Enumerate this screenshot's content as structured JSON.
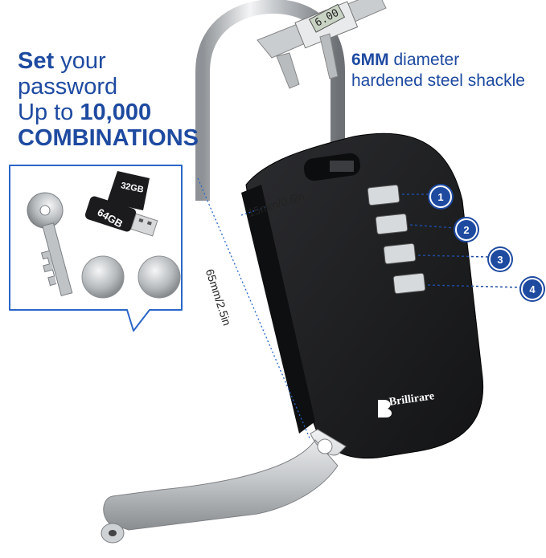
{
  "headline": {
    "line1_bold": "Set",
    "line1_rest": " your",
    "line2": "password",
    "line3_lead": "Up to ",
    "line3_bold": "10,000",
    "line4_bold": "COMBINATIONS"
  },
  "shackle_caption": {
    "bold": "6MM",
    "line1_rest": " diameter",
    "line2": "hardened steel shackle"
  },
  "dimensions": {
    "width_label": "15mm/0.6in",
    "height_label": "65mm/2.5in"
  },
  "caliper_readout": "6.00",
  "brand": "Brillirare",
  "dial_badges": [
    "1",
    "2",
    "3",
    "4"
  ],
  "callout_items": {
    "sd_card_label": "32GB",
    "usb_label": "64GB"
  },
  "colors": {
    "accent_blue": "#1e4aa0",
    "lock_body": "#1f2022",
    "chrome": "#c9ccd0"
  }
}
